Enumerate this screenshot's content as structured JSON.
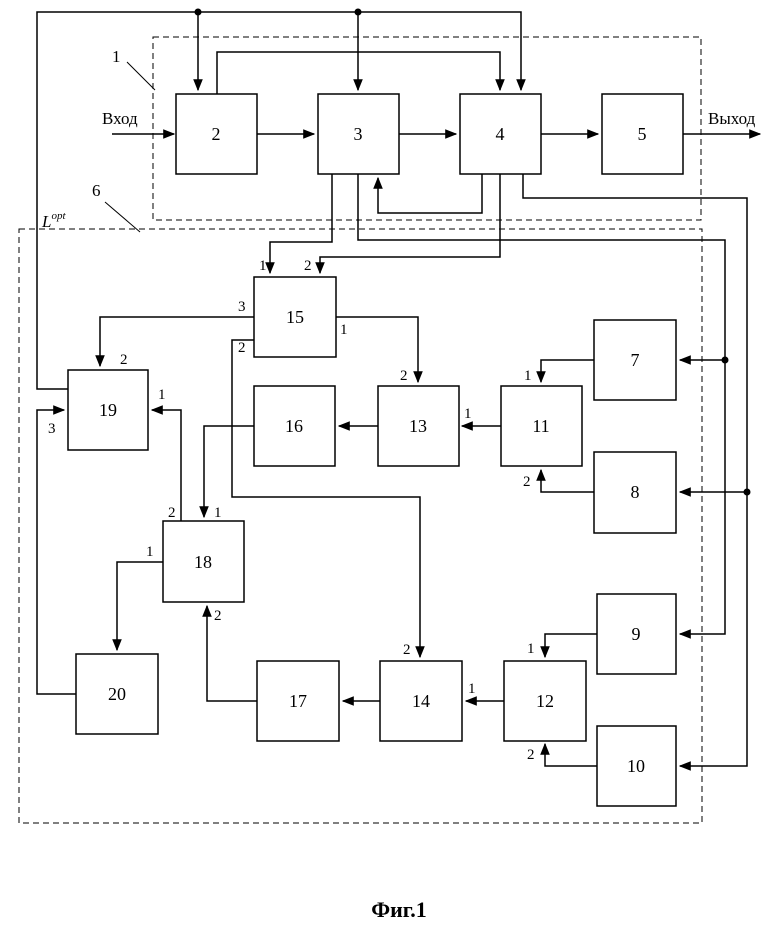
{
  "blocks": {
    "b2": "2",
    "b3": "3",
    "b4": "4",
    "b5": "5",
    "b7": "7",
    "b8": "8",
    "b9": "9",
    "b10": "10",
    "b11": "11",
    "b12": "12",
    "b13": "13",
    "b14": "14",
    "b15": "15",
    "b16": "16",
    "b17": "17",
    "b18": "18",
    "b19": "19",
    "b20": "20"
  },
  "groups": {
    "g1": "1",
    "g6": "6",
    "g6_label_base": "L",
    "g6_label_sup": "opt"
  },
  "io": {
    "input": "Вход",
    "output": "Выход"
  },
  "ports": {
    "p15_1in": "1",
    "p15_2in": "2",
    "p15_3": "3",
    "p15_2": "2",
    "p15_1": "1",
    "p19_2": "2",
    "p19_1": "1",
    "p19_3": "3",
    "p13_2": "2",
    "p13_1": "1",
    "p11_1": "1",
    "p11_2": "2",
    "p18_2": "2",
    "p18_1": "1",
    "p18_out1": "1",
    "p18_in2": "2",
    "p14_2": "2",
    "p14_1": "1",
    "p12_1": "1",
    "p12_2": "2"
  },
  "caption": "Фиг.1"
}
